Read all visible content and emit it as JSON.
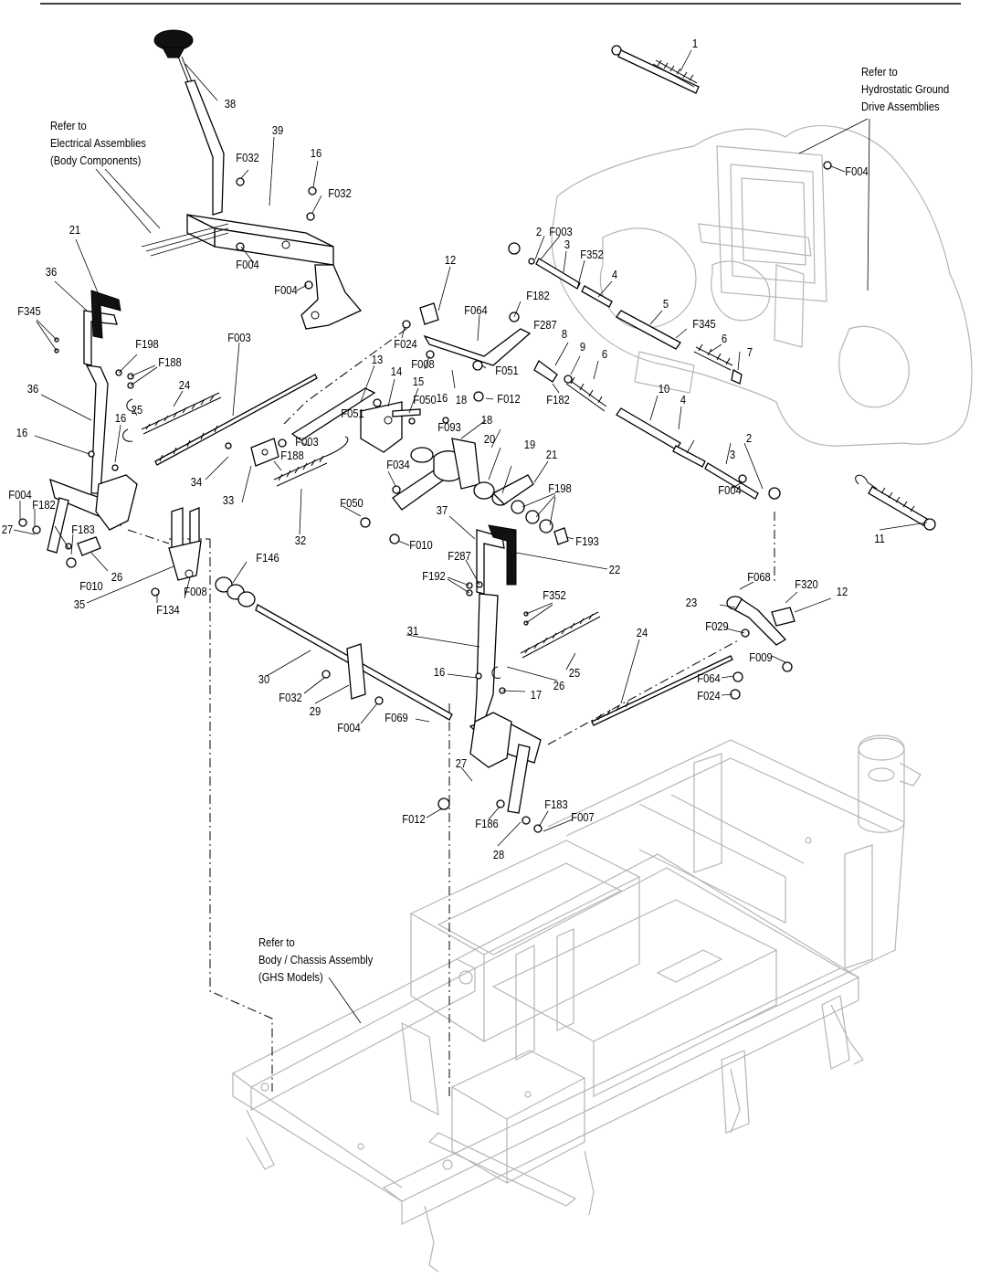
{
  "notes": {
    "hydrostatic": [
      "Refer to",
      "Hydrostatic Ground",
      "Drive Assemblies"
    ],
    "electrical": [
      "Refer to",
      "Electrical Assemblies",
      "(Body Components)"
    ],
    "chassis": [
      "Refer to",
      "Body / Chassis Assembly",
      "(GHS Models)"
    ]
  },
  "callouts": [
    "1",
    "2",
    "2",
    "3",
    "3",
    "4",
    "4",
    "5",
    "6",
    "6",
    "7",
    "8",
    "9",
    "10",
    "11",
    "12",
    "12",
    "13",
    "14",
    "15",
    "16",
    "16",
    "16",
    "16",
    "16",
    "17",
    "18",
    "18",
    "19",
    "20",
    "21",
    "21",
    "22",
    "23",
    "24",
    "24",
    "25",
    "25",
    "26",
    "26",
    "27",
    "27",
    "28",
    "29",
    "30",
    "31",
    "32",
    "33",
    "34",
    "35",
    "36",
    "36",
    "37",
    "38",
    "39",
    "F003",
    "F003",
    "F003",
    "F004",
    "F004",
    "F004",
    "F004",
    "F004",
    "F004",
    "F007",
    "F008",
    "F008",
    "F009",
    "F010",
    "F010",
    "F012",
    "F012",
    "F024",
    "F024",
    "F029",
    "F032",
    "F032",
    "F032",
    "F034",
    "F050",
    "F050",
    "F051",
    "F051",
    "F064",
    "F064",
    "F068",
    "F069",
    "F093",
    "F134",
    "F146",
    "F182",
    "F182",
    "F182",
    "F183",
    "F183",
    "F186",
    "F188",
    "F188",
    "F192",
    "F193",
    "F198",
    "F198",
    "F287",
    "F287",
    "F320",
    "F345",
    "F345",
    "F352",
    "F352"
  ]
}
